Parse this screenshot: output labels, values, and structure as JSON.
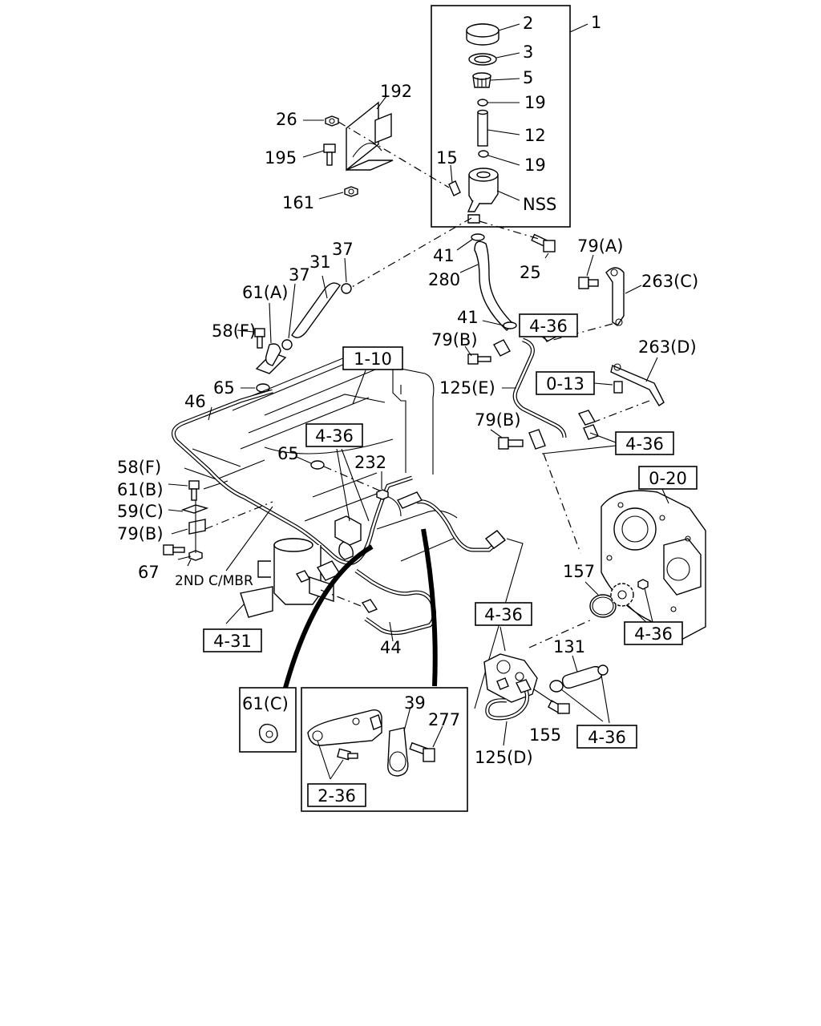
{
  "diagram": {
    "part_labels": {
      "p1": "1",
      "p2": "2",
      "p3": "3",
      "p5": "5",
      "p19a": "19",
      "p12": "12",
      "p19b": "19",
      "p15": "15",
      "nss": "NSS",
      "p192": "192",
      "p26": "26",
      "p195": "195",
      "p161": "161",
      "p25": "25",
      "p79a": "79(A)",
      "p263c": "263(C)",
      "p41a": "41",
      "p280": "280",
      "p37a": "37",
      "p37b": "37",
      "p31": "31",
      "p61a": "61(A)",
      "p58f_a": "58(F)",
      "p41b": "41",
      "p79b_a": "79(B)",
      "p263d": "263(D)",
      "p125e": "125(E)",
      "p65a": "65",
      "p46": "46",
      "p79b_b": "79(B)",
      "p65b": "65",
      "p232": "232",
      "p58f_b": "58(F)",
      "p61b": "61(B)",
      "p59c": "59(C)",
      "p79b_c": "79(B)",
      "p67": "67",
      "mbr": "2ND C/MBR",
      "p157": "157",
      "p131": "131",
      "p155": "155",
      "p125d": "125(D)",
      "p44": "44",
      "p61c": "61(C)",
      "p39": "39",
      "p277": "277"
    },
    "refs": {
      "r436_a": "4-36",
      "r110": "1-10",
      "r013": "0-13",
      "r436_b": "4-36",
      "r436_c": "4-36",
      "r020": "0-20",
      "r436_d": "4-36",
      "r436_e": "4-36",
      "r431": "4-31",
      "r436_f": "4-36",
      "r236": "2-36"
    }
  }
}
